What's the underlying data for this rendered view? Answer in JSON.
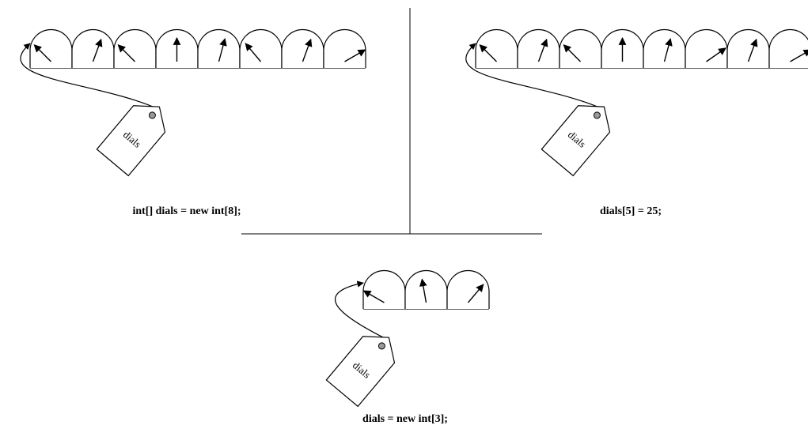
{
  "panels": [
    {
      "id": "declare",
      "dials": [
        315,
        20,
        315,
        0,
        15,
        320,
        20,
        60
      ],
      "tag_label": "dials",
      "caption": "int[] dials = new int[8];"
    },
    {
      "id": "assign",
      "dials": [
        315,
        20,
        315,
        0,
        15,
        55,
        20,
        60
      ],
      "tag_label": "dials",
      "caption": "dials[5] = 25;"
    },
    {
      "id": "reassign",
      "dials": [
        300,
        350,
        40
      ],
      "tag_label": "dials",
      "caption": "dials = new int[3];"
    }
  ],
  "colors": {
    "line": "#000000",
    "tag_hole": "#999999",
    "background": "#ffffff"
  }
}
